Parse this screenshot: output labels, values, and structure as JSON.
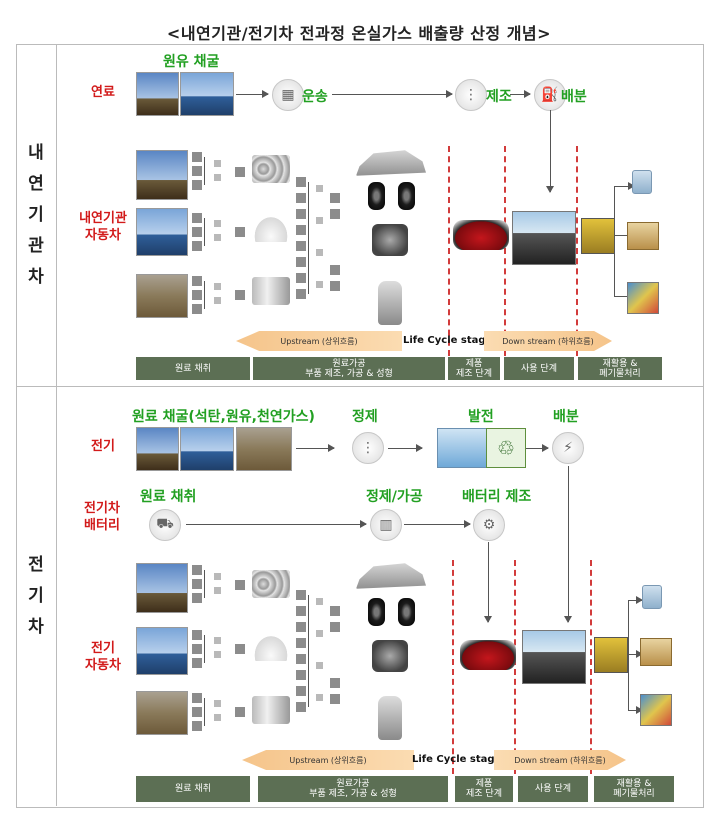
{
  "title": "<내연기관/전기차 전과정 온실가스 배출량 산정 개념>",
  "sections": {
    "ice": {
      "label": "내연기관차"
    },
    "ev": {
      "label": "전기차"
    }
  },
  "ice_rows": {
    "fuel_label": "연료",
    "car_label": "내연기관\n자동차",
    "crude_extraction": "원유 채굴",
    "transport": "운송",
    "manufacture": "제조",
    "distribution": "배분"
  },
  "ev_rows": {
    "electricity_label": "전기",
    "battery_label": "전기차\n배터리",
    "car_label": "전기\n자동차",
    "raw_extraction": "원료 채굴(석탄,원유,천연가스)",
    "refining": "정제",
    "generation": "발전",
    "distribution": "배분",
    "battery_raw": "원료 채취",
    "battery_processing": "정제/가공",
    "battery_manufacture": "배터리 제조"
  },
  "lifecycle": {
    "label": "Life Cycle stages",
    "upstream": "Upstream (상위흐름)",
    "downstream": "Down stream (하위흐름)"
  },
  "stages": {
    "raw": "원료 채취",
    "processing": "원료가공\n부품 제조, 가공 & 성형",
    "product": "제품\n제조 단계",
    "use": "사용 단계",
    "recycle": "재활용 &\n폐기물처리"
  },
  "colors": {
    "red_label": "#d21a1a",
    "green_label": "#22a022",
    "stage_bar": "#5c6f54",
    "dashed": "#d23b3b"
  }
}
